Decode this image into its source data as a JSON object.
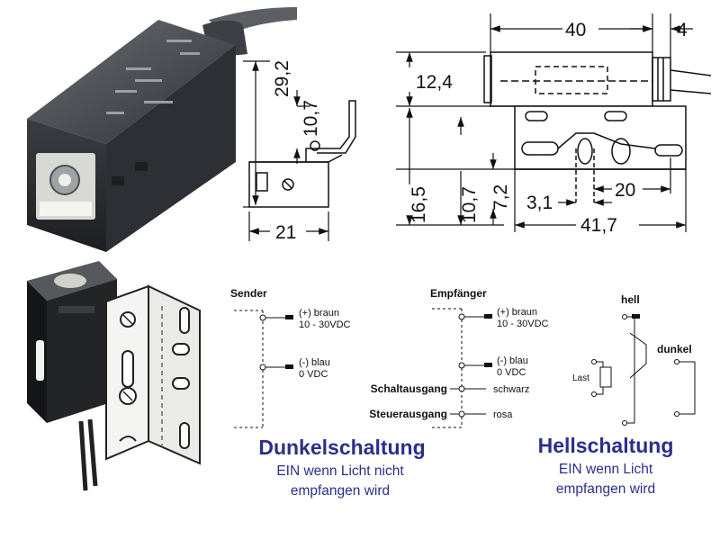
{
  "dims": {
    "w40": "40",
    "w4": "4",
    "h29_2": "29,2",
    "h10_7a": "10,7",
    "h12_4": "12,4",
    "h16_5": "16,5",
    "h10_7b": "10,7",
    "h7_2": "7,2",
    "w3_1": "3,1",
    "w20": "20",
    "w41_7": "41,7",
    "w21": "21"
  },
  "wiring": {
    "sender": {
      "title": "Sender",
      "plus": "(+) braun",
      "plus_v": "10 - 30VDC",
      "minus": "(-) blau",
      "minus_v": "0 VDC"
    },
    "receiver": {
      "title": "Empfänger",
      "plus": "(+) braun",
      "plus_v": "10 - 30VDC",
      "minus": "(-) blau",
      "minus_v": "0 VDC",
      "switch_label": "Schaltausgang",
      "switch_wire": "schwarz",
      "control_label": "Steuerausgang",
      "control_wire": "rosa",
      "load": "Last"
    },
    "hell": "hell",
    "dunkel": "dunkel"
  },
  "modes": {
    "dark": {
      "title": "Dunkelschaltung",
      "line1": "EIN wenn Licht nicht",
      "line2": "empfangen wird"
    },
    "light": {
      "title": "Hellschaltung",
      "line1": "EIN wenn Licht",
      "line2": "empfangen wird"
    }
  }
}
